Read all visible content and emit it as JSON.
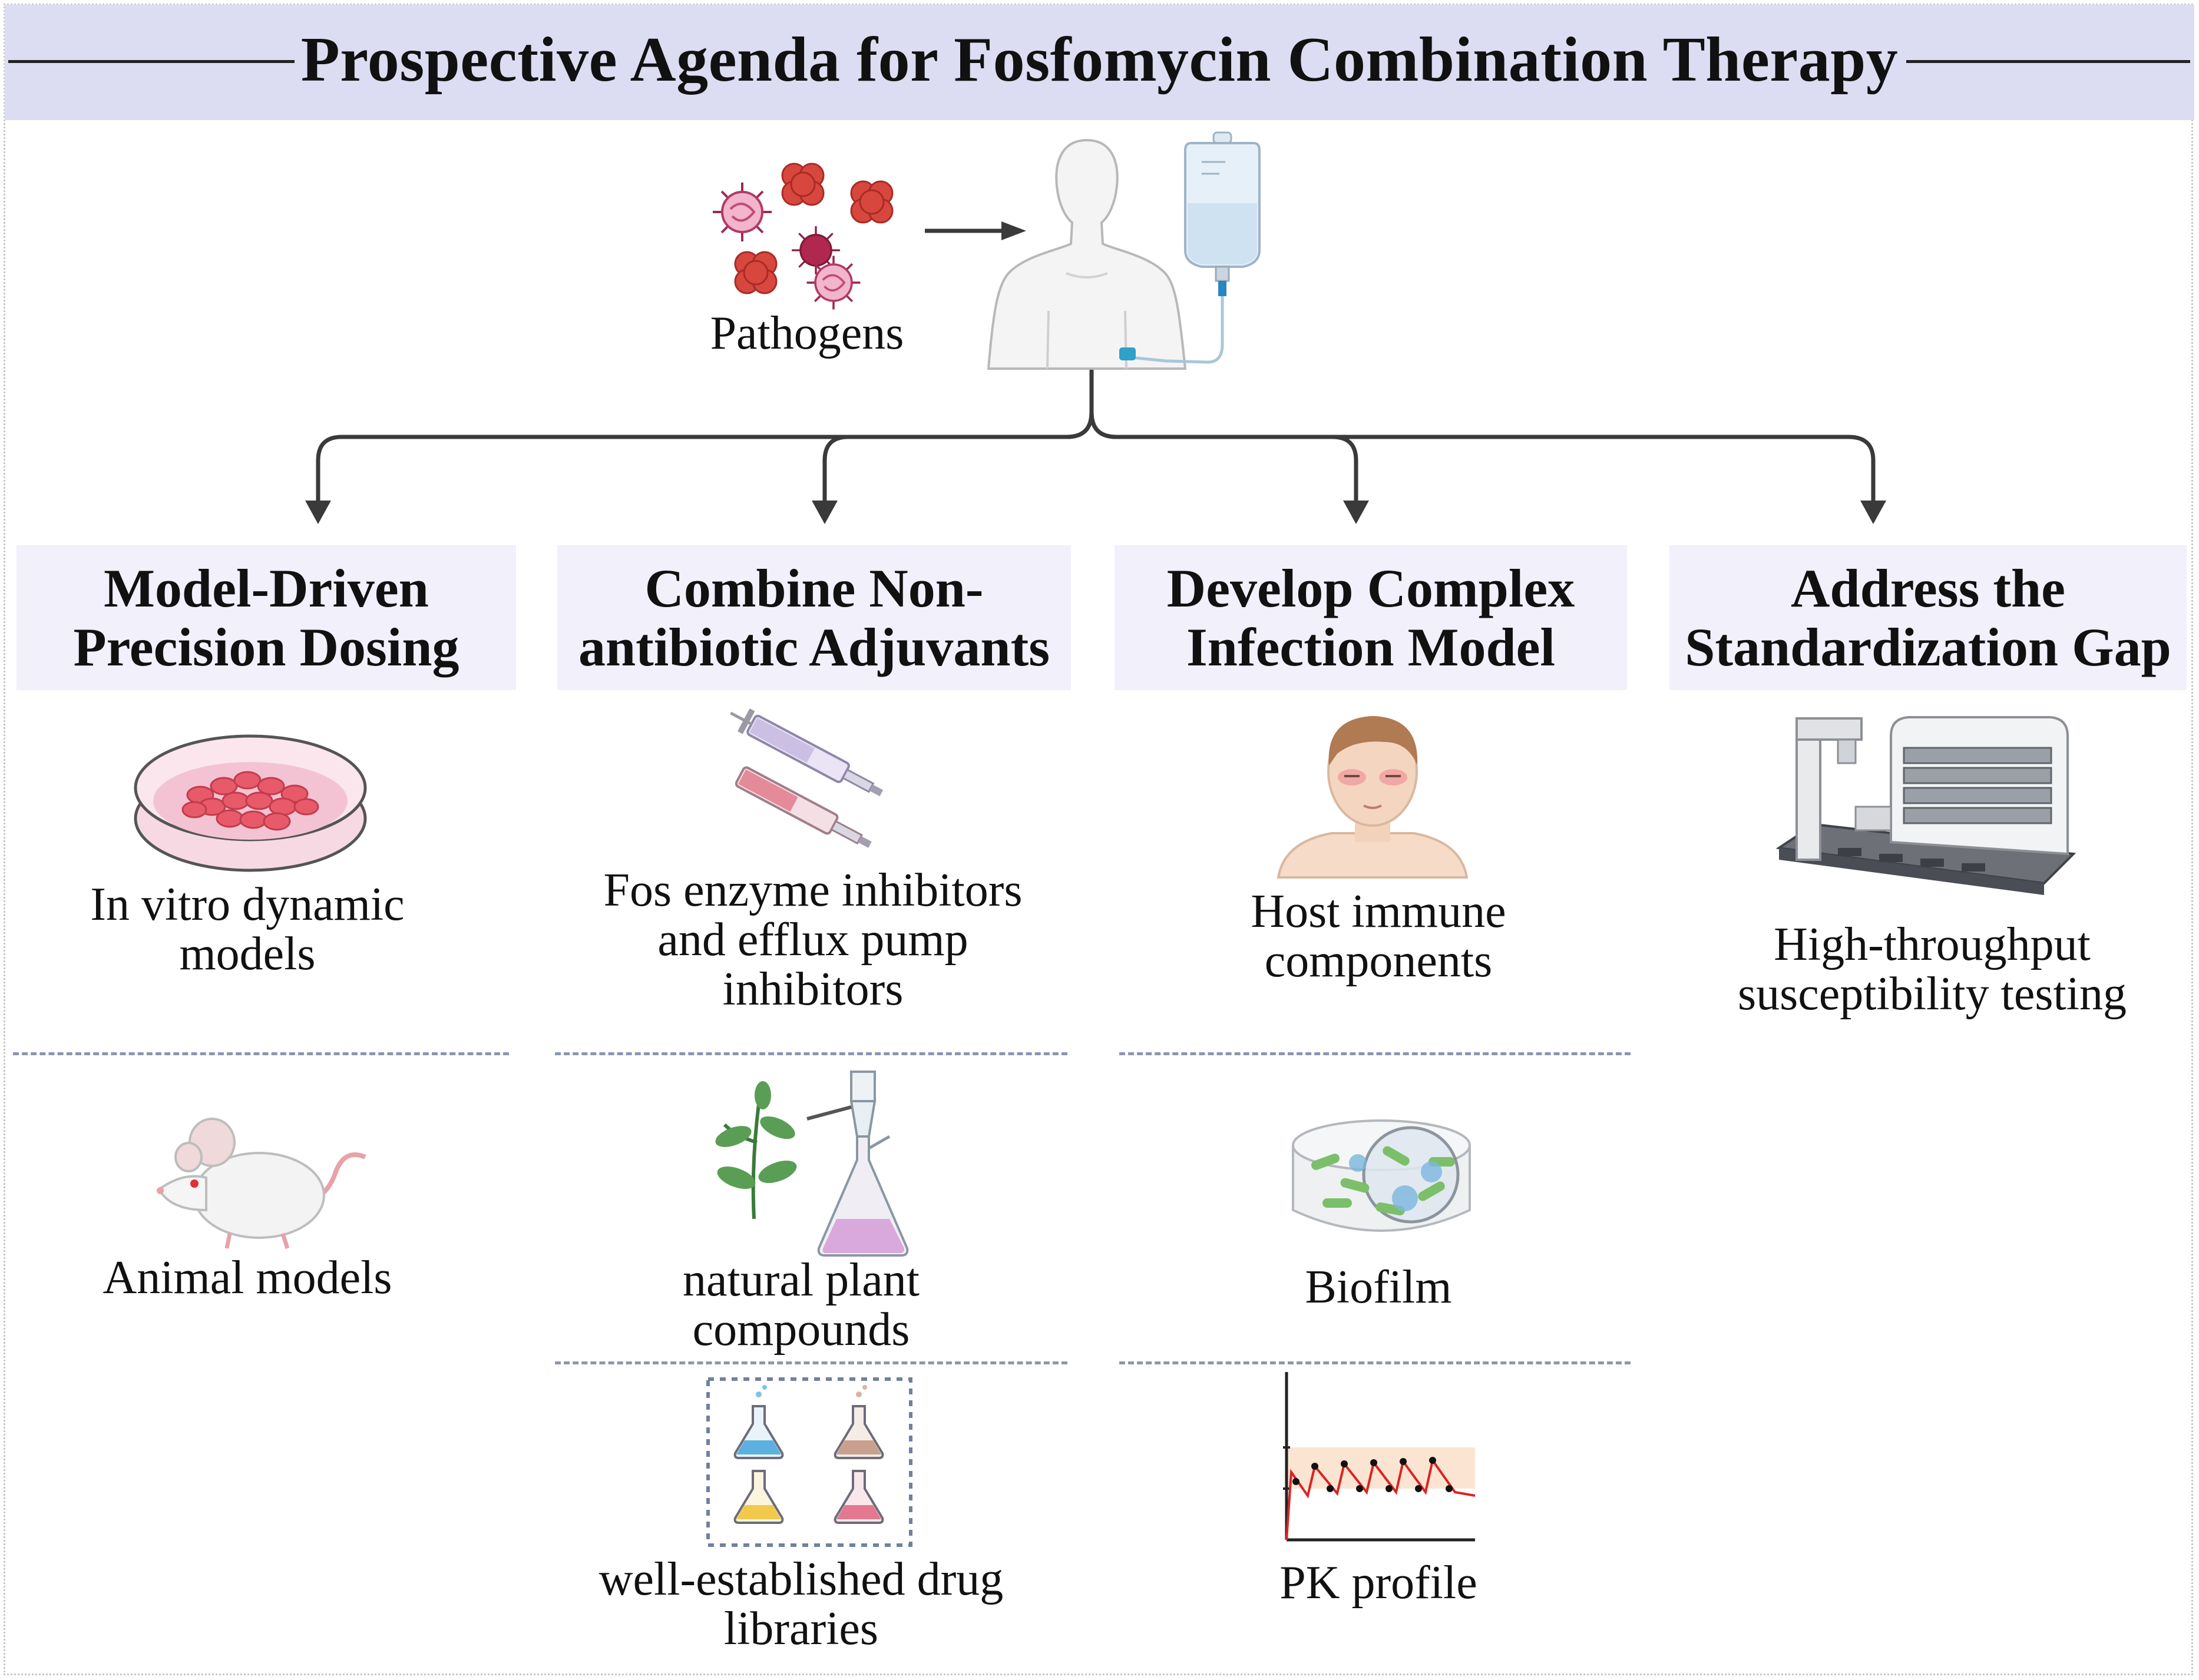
{
  "title": "Prospective Agenda for Fosfomycin Combination Therapy",
  "top": {
    "pathogens_label": "Pathogens",
    "icons": [
      "virus-icon",
      "bacteria-cluster-icon",
      "arrow-right-icon",
      "human-body-icon",
      "iv-bag-icon"
    ]
  },
  "columns": [
    {
      "heading": "Model-Driven Precision Dosing",
      "items": [
        {
          "label": "In vitro dynamic models",
          "icon": "petri-dish-icon"
        },
        {
          "label": "Animal models",
          "icon": "mouse-icon"
        }
      ]
    },
    {
      "heading": "Combine Non-antibiotic Adjuvants",
      "items": [
        {
          "label": "Fos enzyme inhibitors and efflux pump inhibitors",
          "icon": "syringe-icon"
        },
        {
          "label": "natural plant compounds",
          "icon": "plant-flask-icon"
        },
        {
          "label": "well-established drug libraries",
          "icon": "flask-library-icon"
        }
      ]
    },
    {
      "heading": "Develop Complex Infection Model",
      "items": [
        {
          "label": "Host immune components",
          "icon": "patient-face-icon"
        },
        {
          "label": "Biofilm",
          "icon": "biofilm-icon"
        },
        {
          "label": "PK profile",
          "icon": "pk-chart-icon"
        }
      ]
    },
    {
      "heading": "Address the Standardization Gap",
      "items": [
        {
          "label": "High-throughput susceptibility testing",
          "icon": "lab-robot-icon"
        }
      ]
    }
  ],
  "colors": {
    "title_band": "#dcdcf2",
    "heading_band": "#f1f0fb",
    "separator": "#8a96b0",
    "connector": "#3a3a3a"
  }
}
